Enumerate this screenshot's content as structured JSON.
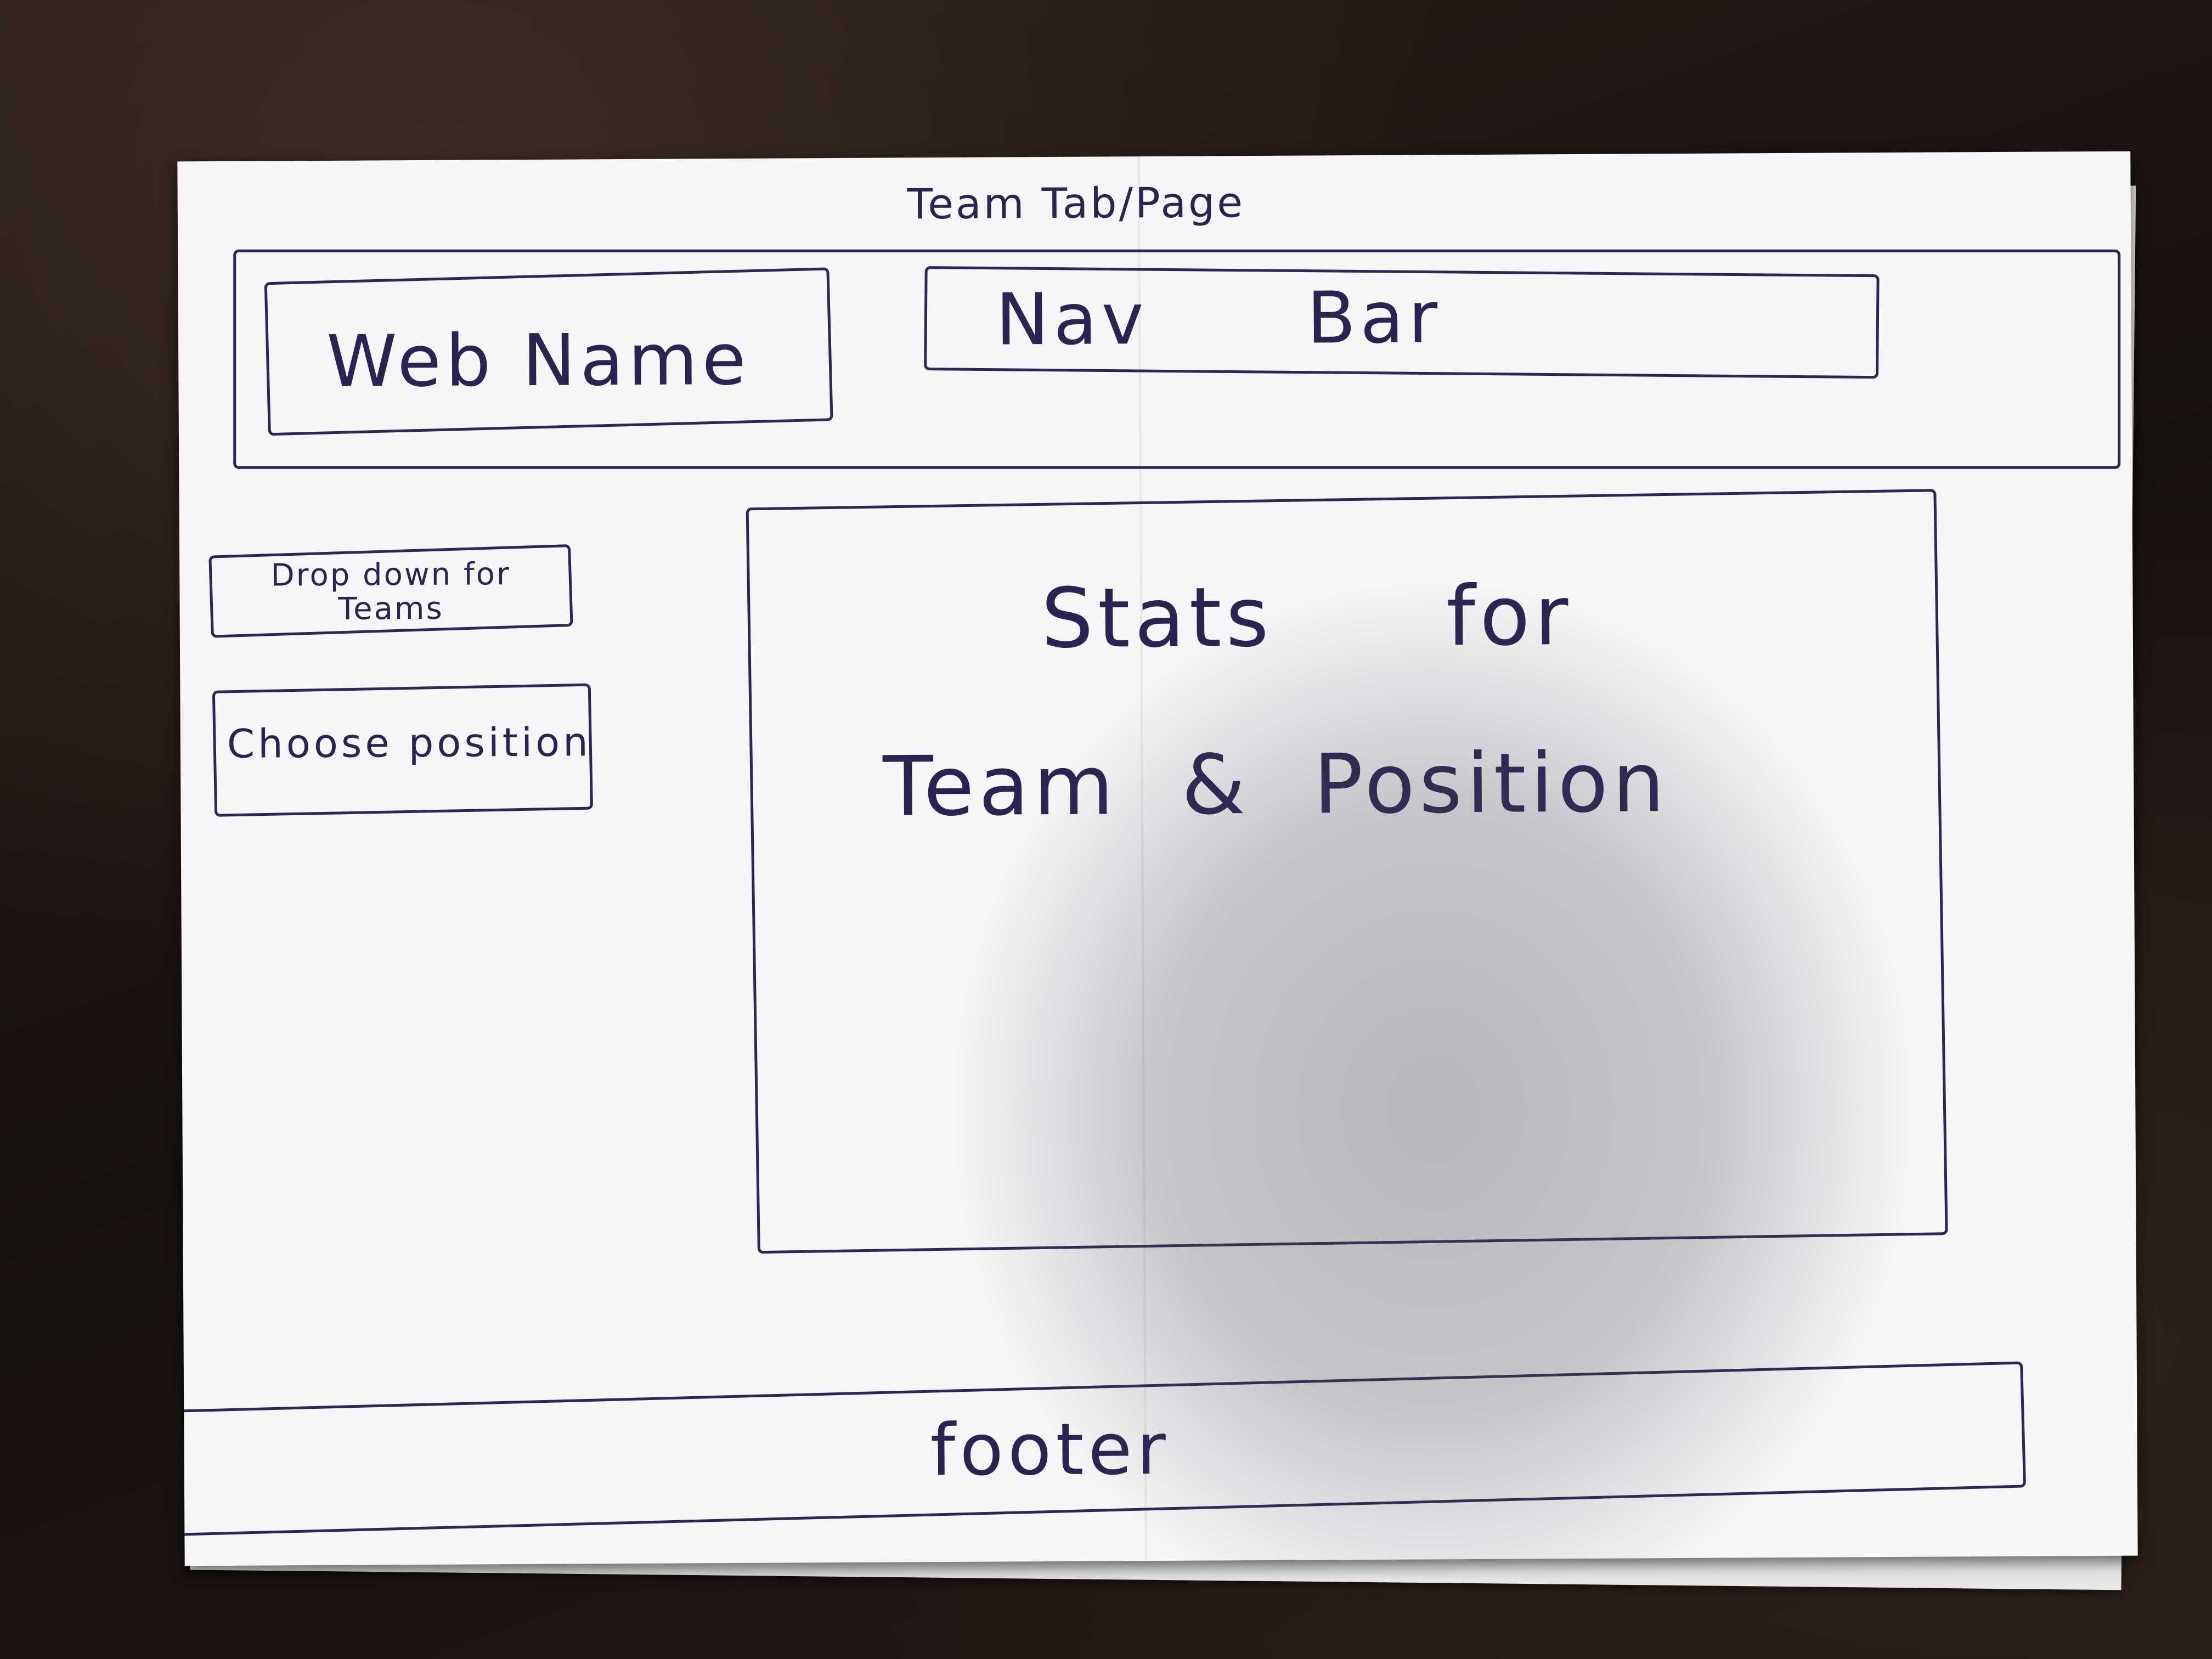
{
  "sketch": {
    "page_title": "Team Tab/Page",
    "header": {
      "web_name": "Web Name",
      "nav_bar": "Nav Bar"
    },
    "sidebar": {
      "dropdown_label": "Drop down for Teams",
      "position_label": "Choose position"
    },
    "main": {
      "stats_line1": "Stats for",
      "stats_line2": "Team & Position"
    },
    "footer": {
      "label": "footer"
    },
    "colors": {
      "ink": "#2b2452",
      "paper": "#f6f5f7",
      "table": "#1d1512"
    }
  }
}
